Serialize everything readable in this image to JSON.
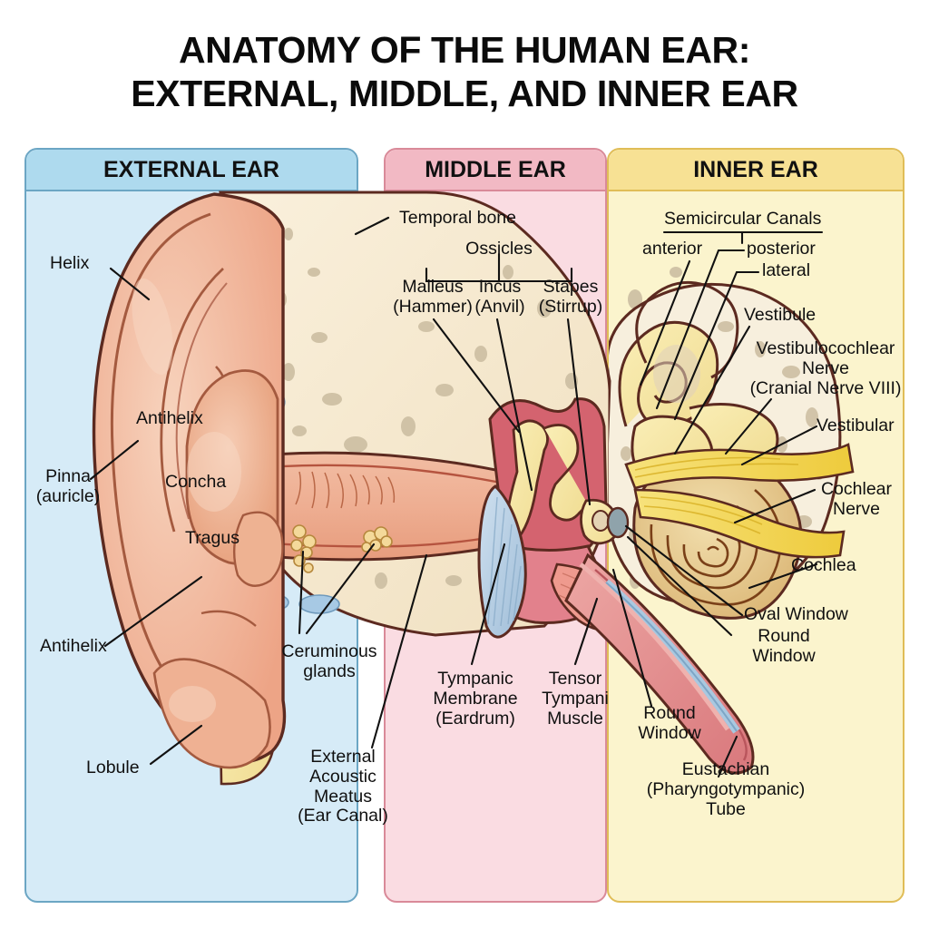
{
  "title": {
    "line1": "ANATOMY OF THE HUMAN EAR:",
    "line2": "EXTERNAL, MIDDLE, AND INNER EAR"
  },
  "panels": [
    {
      "id": "external",
      "header": "EXTERNAL EAR",
      "fill": "#d6ebf7",
      "header_fill": "#aedaee",
      "border": "#6ca6c4"
    },
    {
      "id": "middle",
      "header": "MIDDLE EAR",
      "fill": "#fadce2",
      "header_fill": "#f2b9c4",
      "border": "#d98a99"
    },
    {
      "id": "inner",
      "header": "INNER EAR",
      "fill": "#fbf4cd",
      "header_fill": "#f7e194",
      "border": "#e0bd57"
    }
  ],
  "labels": {
    "external": {
      "helix": "Helix",
      "antihelix_upper": "Antihelix",
      "pinna": "Pinna\n(auricle)",
      "concha": "Concha",
      "tragus": "Tragus",
      "antihelix_lower": "Antihelix",
      "lobule": "Lobule",
      "ceruminous_glands": "Ceruminous\nglands",
      "external_acoustic_meatus": "External\nAcoustic\nMeatus\n(Ear Canal)"
    },
    "middle": {
      "temporal_bone": "Temporal bone",
      "ossicles": "Ossicles",
      "malleus": "Malleus\n(Hammer)",
      "incus": "Incus\n(Anvil)",
      "stapes": "Stapes\n(Stirrup)",
      "tympanic_membrane": "Tympanic\nMembrane\n(Eardrum)",
      "tensor_tympani": "Tensor\nTympani\nMuscle"
    },
    "inner": {
      "semicircular_canals": "Semicircular Canals",
      "anterior": "anterior",
      "posterior": "posterior",
      "lateral": "lateral",
      "vestibule": "Vestibule",
      "vestibulocochlear_nerve": "Vestibulocochlear\nNerve\n(Cranial Nerve VIII)",
      "vestibular": "Vestibular",
      "cochlear_nerve": "Cochlear\nNerve",
      "cochlea": "Cochlea",
      "oval_window": "Oval Window",
      "round_window_upper": "Round\nWindow",
      "round_window_lower": "Round\nWindow",
      "eustachian_tube": "Eustachian\n(Pharyngotympanic)\nTube"
    }
  },
  "artwork_colors": {
    "skin_light": "#f3c4ab",
    "skin_mid": "#eeab8c",
    "skin_dark": "#e2916f",
    "outline": "#5c2a20",
    "cartilage": "#f7e7a8",
    "bone_fill": "#f6ead0",
    "bone_speckle": "#cfc3a8",
    "muscle_red": "#d4636f",
    "muscle_pink": "#e8848f",
    "membrane_blue": "#a9c8e0",
    "cochlea_tan": "#e8c88a",
    "nerve_yellow": "#f3d44f",
    "vessel_blue": "#9cc3e0"
  }
}
